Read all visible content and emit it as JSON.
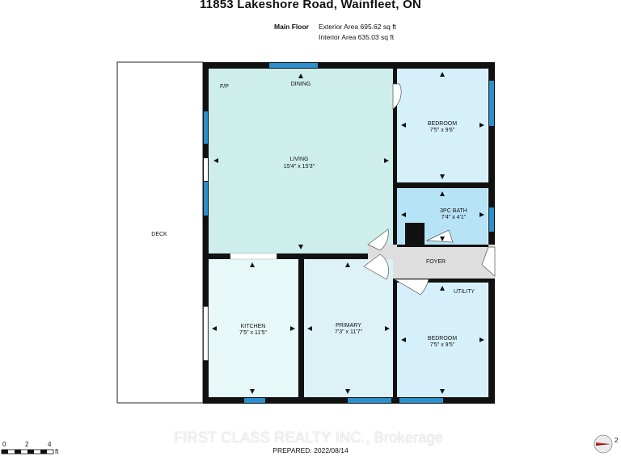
{
  "title": "11853 Lakeshore Road, Wainfleet, ON",
  "floor": {
    "name": "Main Floor",
    "exterior_area": "Exterior Area 695.62 sq ft",
    "interior_area": "Interior Area 635.03 sq ft"
  },
  "rooms": {
    "deck": "DECK",
    "fp": "F/P",
    "dining": "DINING",
    "living": "LIVING",
    "living_dim": "15'4\" x 15'3\"",
    "bedroom1": "BEDROOM",
    "bedroom1_dim": "7'5\" x 9'6\"",
    "bath": "3PC BATH",
    "bath_dim": "7'4\" x 4'1\"",
    "foyer": "FOYER",
    "utility": "UTILITY",
    "kitchen": "KITCHEN",
    "kitchen_dim": "7'5\" x 11'5\"",
    "primary": "PRIMARY",
    "primary_dim": "7'3\" x 11'7\"",
    "bedroom2": "BEDROOM",
    "bedroom2_dim": "7'5\" x 9'5\""
  },
  "colors": {
    "wall": "#111111",
    "living": "#cdeeea",
    "bedroom": "#d6f0fb",
    "bath": "#b7e3f7",
    "kitchen": "#e6f8f7",
    "primary": "#dcf2f6",
    "foyer": "#dedede",
    "window": "#2d8fcc"
  },
  "footer": {
    "watermark": "FIRST CLASS REALTY INC., Brokerage",
    "prepared": "PREPARED: 2022/08/14"
  },
  "scale": {
    "labels": [
      "0",
      "2",
      "4"
    ],
    "unit": "ft"
  },
  "compass_number": "2"
}
